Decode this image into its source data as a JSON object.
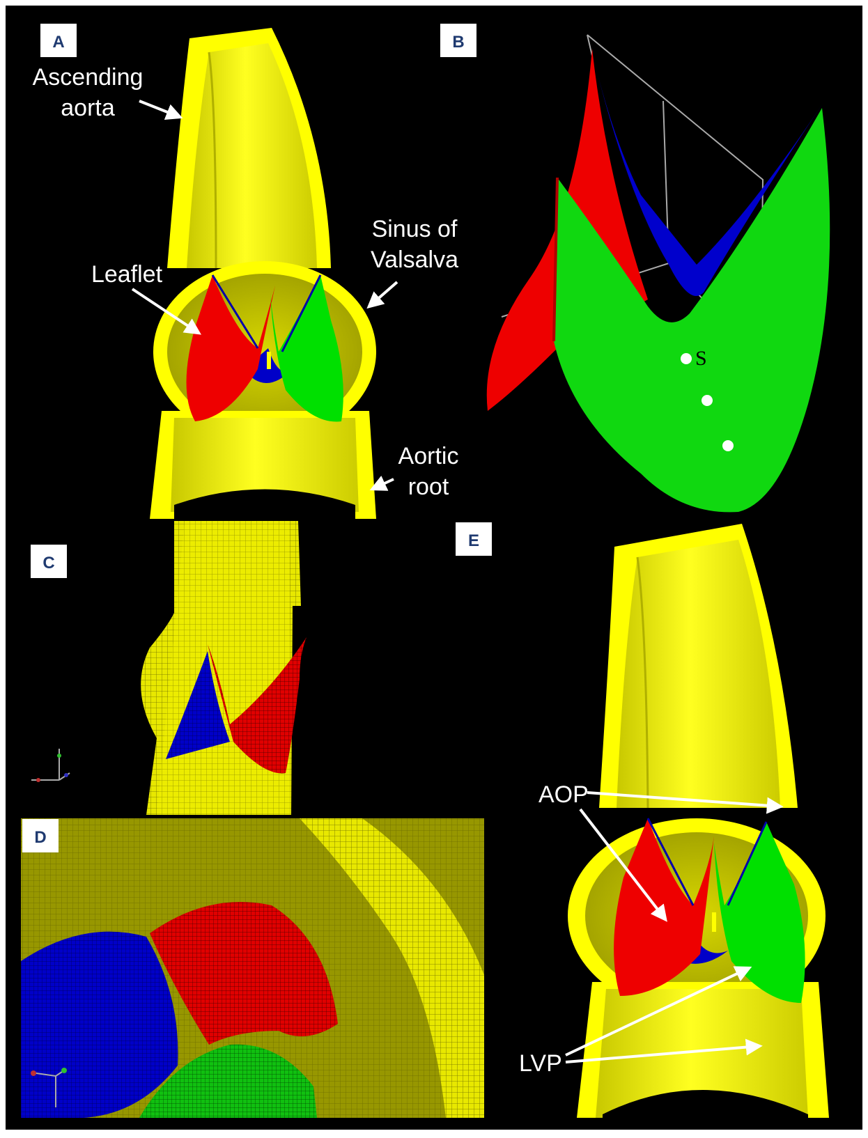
{
  "panels": {
    "a": {
      "label": "A"
    },
    "b": {
      "label": "B"
    },
    "c": {
      "label": "C"
    },
    "d": {
      "label": "D"
    },
    "e": {
      "label": "E"
    }
  },
  "annotations": {
    "ascending_aorta": {
      "line1": "Ascending",
      "line2": "aorta"
    },
    "sinus_of_valsalva": {
      "line1": "Sinus of",
      "line2": "Valsalva"
    },
    "leaflet": "Leaflet",
    "aortic_root": {
      "line1": "Aortic",
      "line2": "root"
    },
    "point_s": "S",
    "aop": "AOP",
    "lvp": "LVP"
  },
  "colors": {
    "background": "#000000",
    "aorta_wall": "#ffff00",
    "leaflet_red": "#ff0000",
    "leaflet_green": "#00e000",
    "leaflet_blue": "#0000c8",
    "label_text": "#1f3a70",
    "arrow": "#ffffff"
  }
}
